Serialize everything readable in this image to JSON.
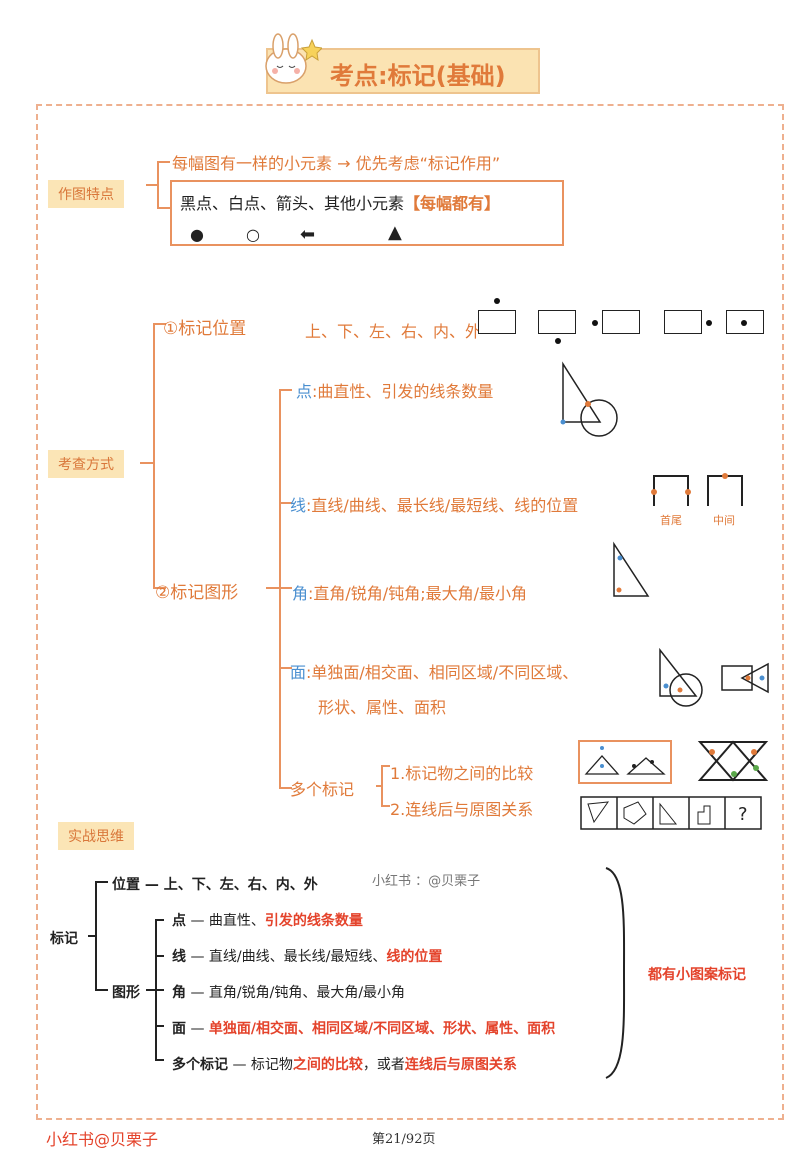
{
  "title": "考点:标记(基础)",
  "sections": {
    "features_label": "作图特点",
    "exam_label": "考查方式",
    "practice_label": "实战思维"
  },
  "features": {
    "note": "每幅图有一样的小元素 → 优先考虑“标记作用”",
    "elements_text": "黑点、白点、箭头、其他小元素",
    "elements_tag": "【每幅都有】",
    "symbols": [
      "●",
      "○",
      "⬅",
      "▲"
    ]
  },
  "exam": {
    "position_title": "①标记位置",
    "position_desc": "上、下、左、右、内、外",
    "shape_title": "②标记图形",
    "items": [
      {
        "key": "点",
        "text": ":曲直性、引发的线条数量"
      },
      {
        "key": "线",
        "text": ":直线/曲线、最长线/最短线、线的位置"
      },
      {
        "key": "角",
        "text": ":直角/锐角/钝角;最大角/最小角"
      },
      {
        "key": "面",
        "text": ":单独面/相交面、相同区域/不同区域、",
        "text2": "形状、属性、面积"
      },
      {
        "key": "多个标记",
        "text": ""
      }
    ],
    "multi": [
      "1.标记物之间的比较",
      "2.连线后与原图关系"
    ],
    "line_tags": [
      "首尾",
      "中间"
    ]
  },
  "summary": {
    "root": "标记",
    "position_branch": "位置",
    "position_desc": "上、下、左、右、内、外",
    "shape_branch": "图形",
    "rows": [
      {
        "key": "点",
        "normal": "曲直性、",
        "red": "引发的线条数量"
      },
      {
        "key": "线",
        "normal": "直线/曲线、最长线/最短线、",
        "red": "线的位置"
      },
      {
        "key": "角",
        "normal": "直角/锐角/钝角、最大角/最小角",
        "red": ""
      },
      {
        "key": "面",
        "normal": "",
        "red": "单独面/相交面、相同区域/不同区域、形状、属性、面积"
      },
      {
        "key": "多个标记",
        "normal": "标记物",
        "red": "之间的比较",
        "normal2": "，或者",
        "red2": "连线后与原图关系"
      }
    ],
    "conclusion": "都有小图案标记",
    "watermark": "小红书 ：@贝栗子",
    "dash": "—"
  },
  "footer": {
    "brand": "小红书@贝栗子",
    "page": "第21/92页"
  },
  "colors": {
    "orange": "#e07a3a",
    "blue": "#4a8fd0",
    "red": "#e4432b",
    "highlight": "#fbe5b6"
  }
}
